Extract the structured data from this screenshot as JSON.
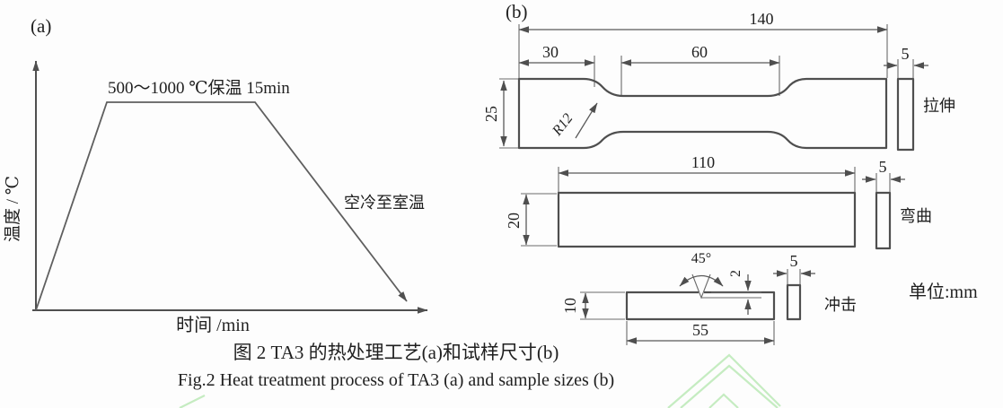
{
  "colors": {
    "line": "#5a5a5a",
    "text": "#1f1f1f",
    "watermark": "#b2e5ac",
    "background": "#fdfdfd"
  },
  "panel_a": {
    "label": "(a)",
    "y_axis_label": "温度 / ℃",
    "x_axis_label": "时间 /min",
    "plateau_label": "500～1000 ℃保温 15min",
    "cooling_label": "空冷至室温"
  },
  "panel_b": {
    "label": "(b)",
    "unit_label": "单位:mm",
    "tensile": {
      "label": "拉伸",
      "overall_length": "140",
      "grip_length": "30",
      "gauge_length": "60",
      "width": "25",
      "thickness": "5",
      "fillet_radius": "R12"
    },
    "bending": {
      "label": "弯曲",
      "length": "110",
      "width": "20",
      "thickness": "5"
    },
    "impact": {
      "label": "冲击",
      "length": "55",
      "width": "10",
      "thickness": "5",
      "notch_angle": "45°",
      "notch_depth": "2"
    }
  },
  "caption": {
    "zh": "图 2  TA3 的热处理工艺(a)和试样尺寸(b)",
    "en": "Fig.2  Heat treatment process of TA3 (a) and sample sizes (b)"
  }
}
